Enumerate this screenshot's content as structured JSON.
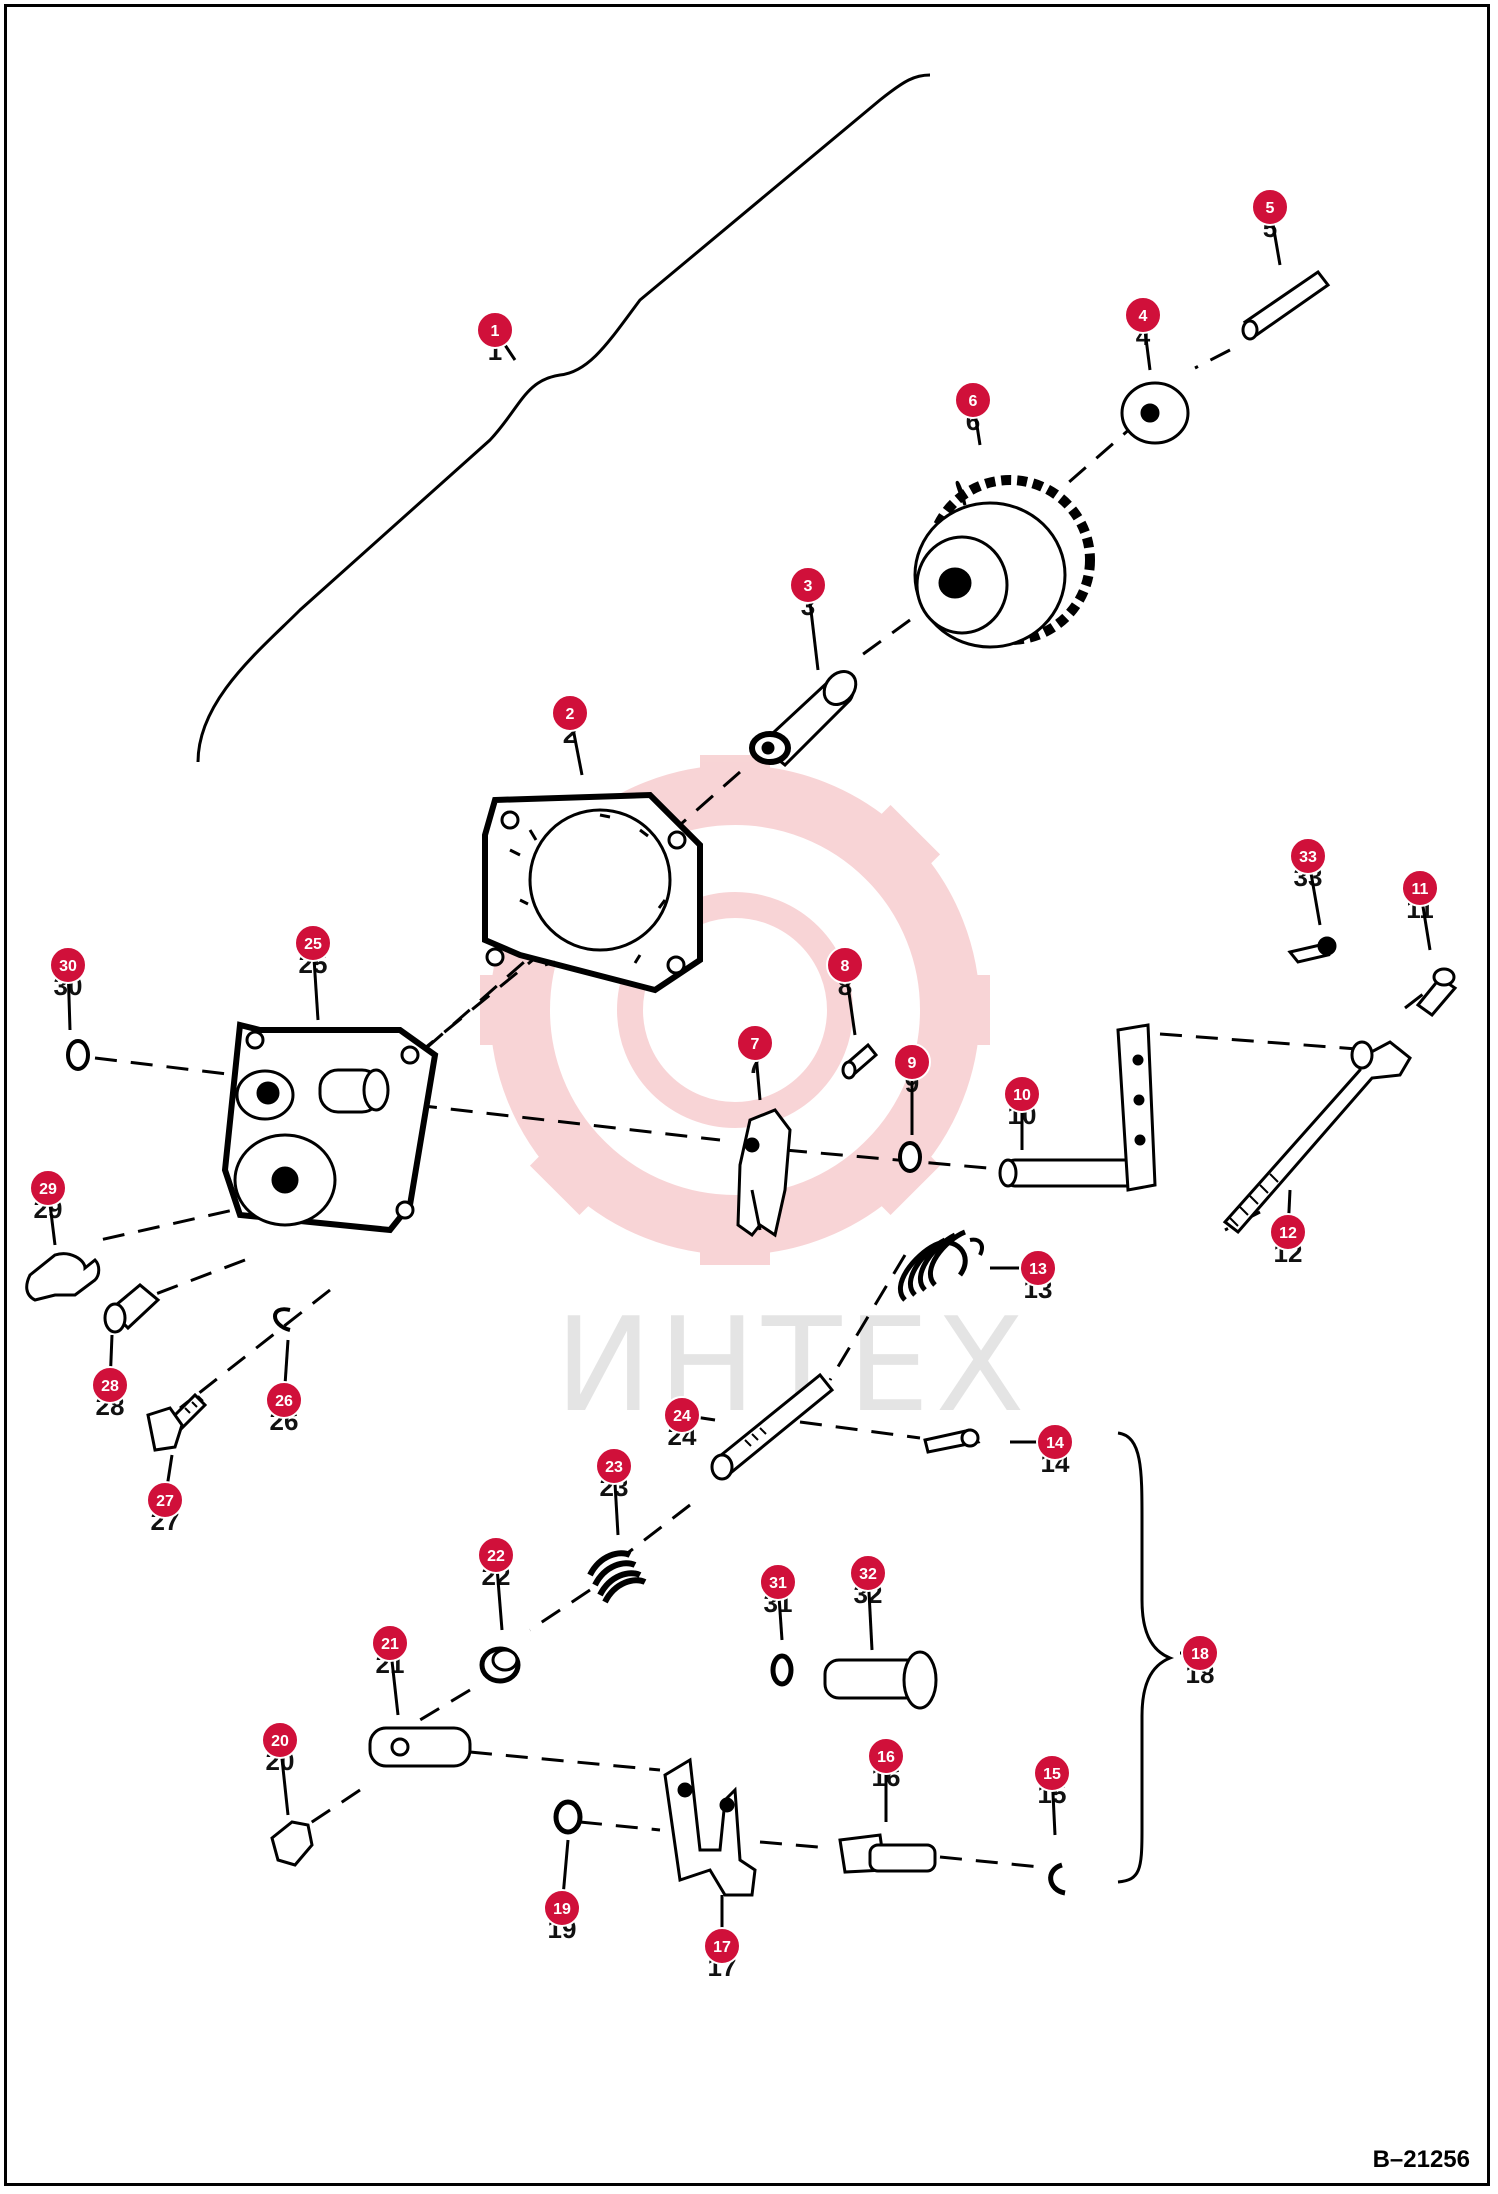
{
  "reference_code": "B–21256",
  "watermark": {
    "text": "ИНТЕХ",
    "color": "#f3b2b5"
  },
  "callout_color": "#d0103a",
  "parts": [
    {
      "n": "1"
    },
    {
      "n": "2"
    },
    {
      "n": "3"
    },
    {
      "n": "4"
    },
    {
      "n": "5"
    },
    {
      "n": "6"
    },
    {
      "n": "7"
    },
    {
      "n": "8"
    },
    {
      "n": "9"
    },
    {
      "n": "10"
    },
    {
      "n": "11"
    },
    {
      "n": "12"
    },
    {
      "n": "13"
    },
    {
      "n": "14"
    },
    {
      "n": "15"
    },
    {
      "n": "16"
    },
    {
      "n": "17"
    },
    {
      "n": "18"
    },
    {
      "n": "19"
    },
    {
      "n": "20"
    },
    {
      "n": "21"
    },
    {
      "n": "22"
    },
    {
      "n": "23"
    },
    {
      "n": "24"
    },
    {
      "n": "25"
    },
    {
      "n": "26"
    },
    {
      "n": "27"
    },
    {
      "n": "28"
    },
    {
      "n": "29"
    },
    {
      "n": "30"
    },
    {
      "n": "31"
    },
    {
      "n": "32"
    },
    {
      "n": "33"
    }
  ]
}
